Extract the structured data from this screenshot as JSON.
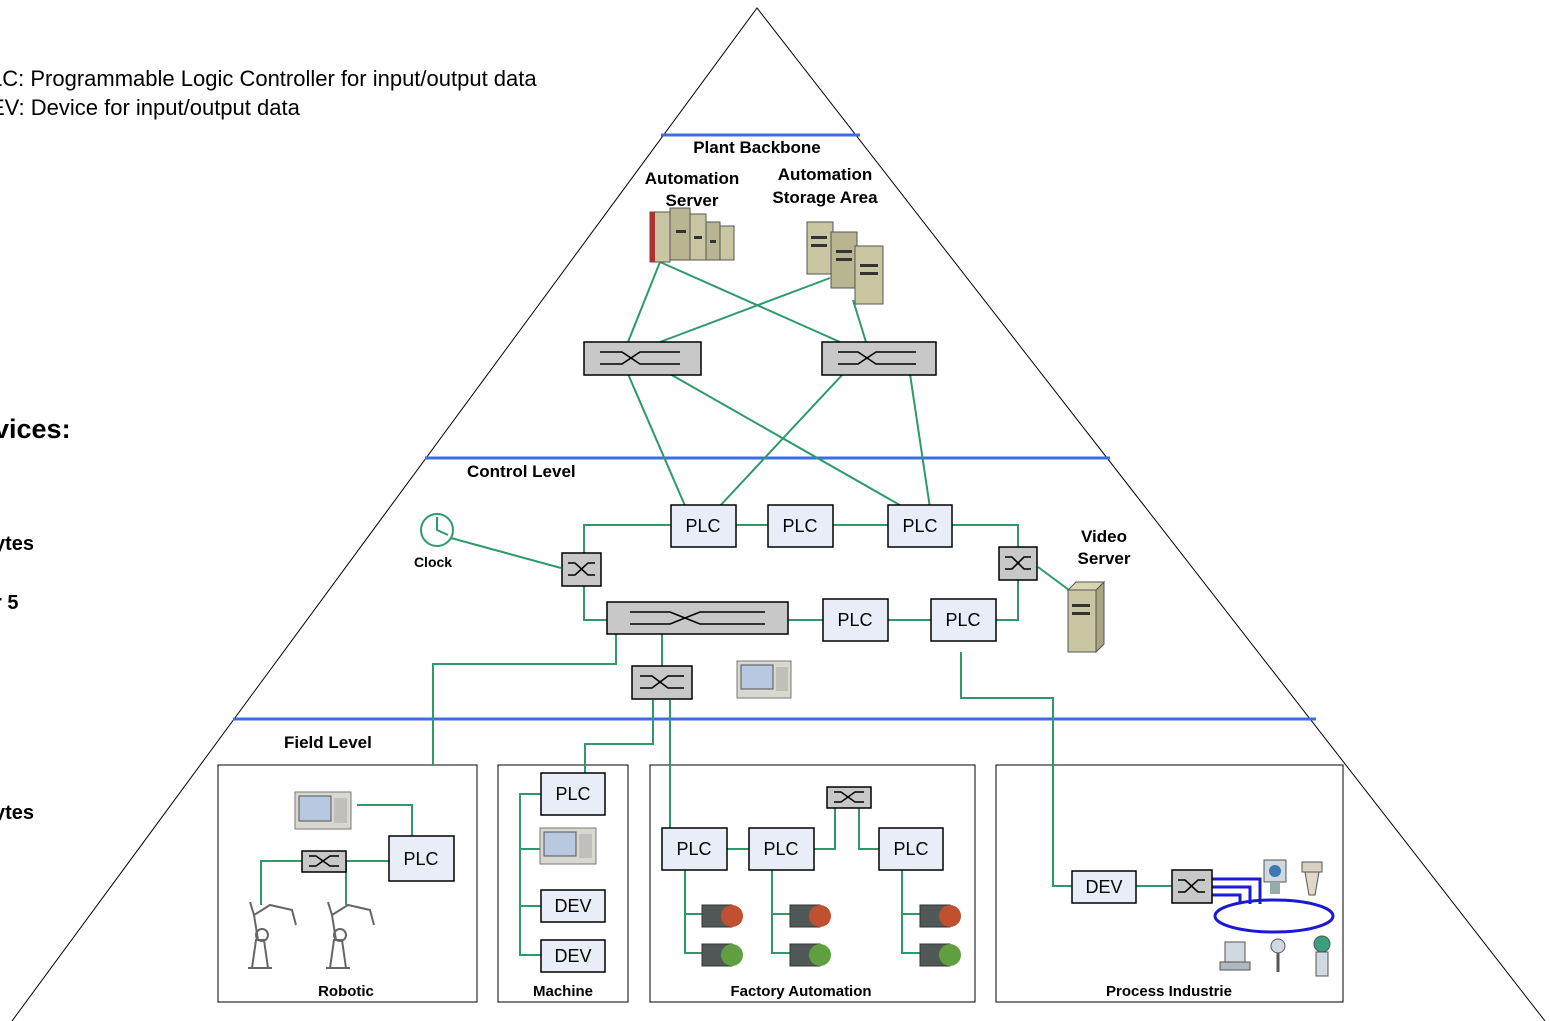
{
  "legend": {
    "line1": "LC: Programmable Logic Controller for input/output data",
    "line2": "EV: Device for input/output data"
  },
  "side_text": {
    "t1": "vices:",
    "t2": "ytes",
    "t3": "r 5",
    "t4": "ytes"
  },
  "levels": {
    "plant": "Plant Backbone",
    "control": "Control Level",
    "field": "Field Level"
  },
  "devices": {
    "automation_server_l1": "Automation",
    "automation_server_l2": "Server",
    "storage_l1": "Automation",
    "storage_l2": "Storage Area",
    "video_l1": "Video",
    "video_l2": "Server",
    "clock": "Clock",
    "plc": "PLC",
    "dev": "DEV"
  },
  "sections": {
    "robotic": "Robotic",
    "machine": "Machine",
    "factory": "Factory Automation",
    "process": "Process Industrie"
  },
  "colors": {
    "link": "#2e9a6a",
    "level_line": "#3b6fe0",
    "plc_fill": "#e8edf7",
    "switch_fill": "#c8c8c8",
    "ring": "#1a1ad6"
  }
}
